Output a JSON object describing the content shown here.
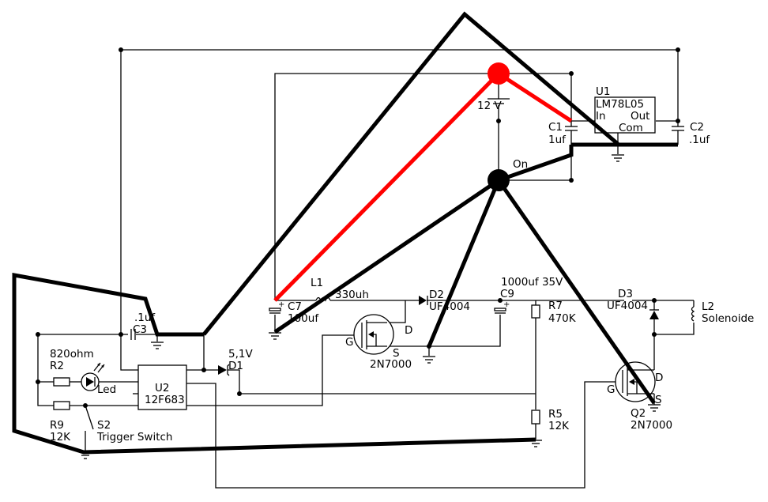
{
  "diagram": {
    "title": "Solenoid driver schematic",
    "components": {
      "U1": {
        "ref": "U1",
        "part": "LM78L05",
        "pin_in": "In",
        "pin_out": "Out",
        "pin_com": "Com"
      },
      "U2": {
        "ref": "U2",
        "part": "12F683"
      },
      "C1": {
        "ref": "C1",
        "value": "1uf"
      },
      "C2": {
        "ref": "C2",
        "value": ".1uf"
      },
      "C3": {
        "ref": "C3",
        "value": ".1uf"
      },
      "C7": {
        "ref": "C7",
        "value": "100uf"
      },
      "C9": {
        "ref": "C9",
        "value": "1000uf 35V"
      },
      "L1": {
        "ref": "L1",
        "value": "330uh"
      },
      "L2": {
        "ref": "L2",
        "value": "Solenoide"
      },
      "D1": {
        "ref": "D1",
        "value": "5,1V"
      },
      "D2": {
        "ref": "D2",
        "value": "UF4004"
      },
      "D3": {
        "ref": "D3",
        "value": "UF4004"
      },
      "R2": {
        "ref": "R2",
        "value": "820ohm"
      },
      "R5": {
        "ref": "R5",
        "value": "12K"
      },
      "R7": {
        "ref": "R7",
        "value": "470K"
      },
      "R9": {
        "ref": "R9",
        "value": "12K"
      },
      "Q1": {
        "part": "2N7000",
        "pin_d": "D",
        "pin_g": "G",
        "pin_s": "S"
      },
      "Q2": {
        "ref": "Q2",
        "part": "2N7000",
        "pin_d": "D",
        "pin_g": "G",
        "pin_s": "S"
      },
      "LED": {
        "label": "Led"
      },
      "S2": {
        "ref": "S2",
        "label": "Trigger Switch"
      },
      "BAT": {
        "value": "12 V"
      },
      "SW_ON": {
        "label": "On"
      }
    },
    "colors": {
      "wire": "#000000",
      "highlight": "#ff0000"
    }
  }
}
